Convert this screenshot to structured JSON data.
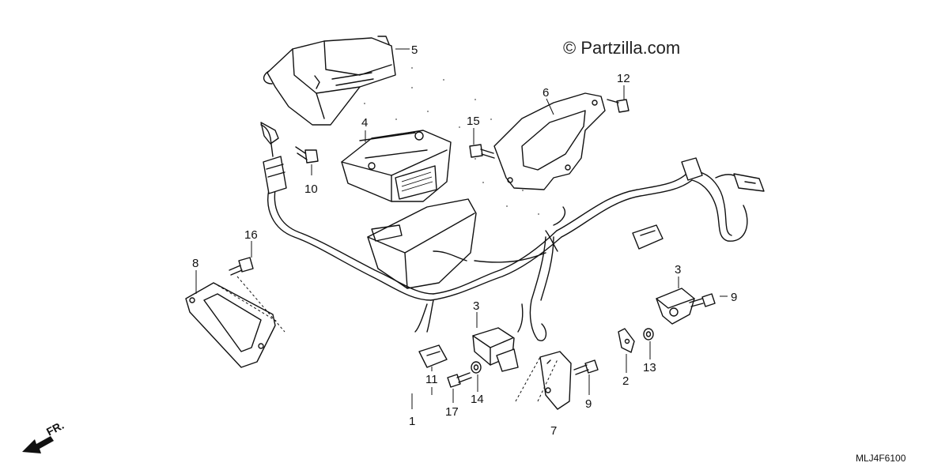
{
  "watermark": "© Partzilla.com",
  "diagram_code": "MLJ4F6100",
  "front_indicator": "FR.",
  "callouts": [
    {
      "id": "c1",
      "label": "1"
    },
    {
      "id": "c2",
      "label": "2"
    },
    {
      "id": "c3a",
      "label": "3"
    },
    {
      "id": "c3b",
      "label": "3"
    },
    {
      "id": "c4",
      "label": "4"
    },
    {
      "id": "c5",
      "label": "5"
    },
    {
      "id": "c6",
      "label": "6"
    },
    {
      "id": "c7",
      "label": "7"
    },
    {
      "id": "c8",
      "label": "8"
    },
    {
      "id": "c9a",
      "label": "9"
    },
    {
      "id": "c9b",
      "label": "9"
    },
    {
      "id": "c10",
      "label": "10"
    },
    {
      "id": "c11",
      "label": "11"
    },
    {
      "id": "c12",
      "label": "12"
    },
    {
      "id": "c13",
      "label": "13"
    },
    {
      "id": "c14",
      "label": "14"
    },
    {
      "id": "c15",
      "label": "15"
    },
    {
      "id": "c16",
      "label": "16"
    },
    {
      "id": "c17",
      "label": "17"
    }
  ]
}
